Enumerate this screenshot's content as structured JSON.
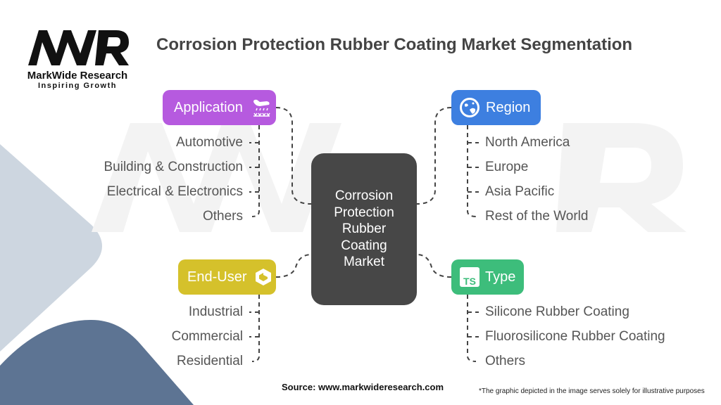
{
  "header": {
    "title": "Corrosion Protection Rubber Coating Market Segmentation"
  },
  "logo": {
    "mark": "MWR",
    "name": "MarkWide Research",
    "tagline": "Inspiring Growth"
  },
  "center": {
    "label": "Corrosion Protection Rubber Coating Market"
  },
  "segments": {
    "application": {
      "label": "Application",
      "icon": "crop-dusting-icon",
      "color": "#b65adf",
      "items": [
        "Automotive",
        "Building & Construction",
        "Electrical & Electronics",
        "Others"
      ]
    },
    "region": {
      "label": "Region",
      "icon": "globe-icon",
      "color": "#3d7fe0",
      "items": [
        "North America",
        "Europe",
        "Asia Pacific",
        "Rest of the World"
      ]
    },
    "end_user": {
      "label": "End-User",
      "icon": "hexagon-icon",
      "color": "#d5c12b",
      "items": [
        "Industrial",
        "Commercial",
        "Residential"
      ]
    },
    "type": {
      "label": "Type",
      "icon": "ts-icon",
      "icon_text": "TS",
      "color": "#3dbd7b",
      "items": [
        "Silicone Rubber Coating",
        "Fluorosilicone Rubber Coating",
        "Others"
      ]
    }
  },
  "footer": {
    "source": "Source: www.markwideresearch.com",
    "note": "*The graphic depicted in the image serves  solely for illustrative purposes"
  }
}
